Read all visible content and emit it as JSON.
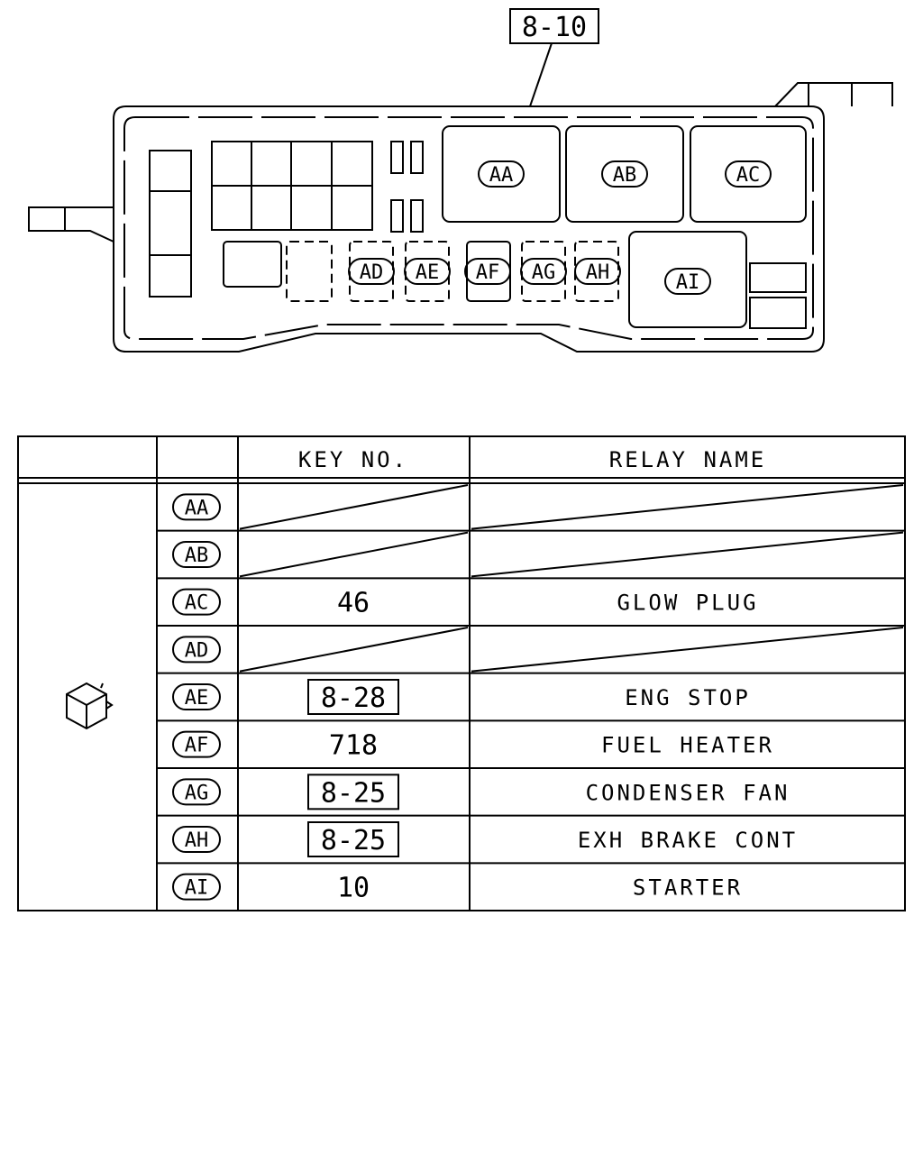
{
  "reference_box": "8-10",
  "diagram_slots": [
    "AA",
    "AB",
    "AC",
    "AD",
    "AE",
    "AF",
    "AG",
    "AH",
    "AI"
  ],
  "table": {
    "headers": {
      "key_no": "KEY NO.",
      "relay_name": "RELAY NAME"
    },
    "symbol_icon": "relay-cube-icon",
    "rows": [
      {
        "code": "AA",
        "key": "",
        "key_boxed": false,
        "name": ""
      },
      {
        "code": "AB",
        "key": "",
        "key_boxed": false,
        "name": ""
      },
      {
        "code": "AC",
        "key": "46",
        "key_boxed": false,
        "name": "GLOW PLUG"
      },
      {
        "code": "AD",
        "key": "",
        "key_boxed": false,
        "name": ""
      },
      {
        "code": "AE",
        "key": "8-28",
        "key_boxed": true,
        "name": "ENG STOP"
      },
      {
        "code": "AF",
        "key": "718",
        "key_boxed": false,
        "name": "FUEL HEATER"
      },
      {
        "code": "AG",
        "key": "8-25",
        "key_boxed": true,
        "name": "CONDENSER FAN"
      },
      {
        "code": "AH",
        "key": "8-25",
        "key_boxed": true,
        "name": "EXH BRAKE CONT"
      },
      {
        "code": "AI",
        "key": "10",
        "key_boxed": false,
        "name": "STARTER"
      }
    ]
  }
}
